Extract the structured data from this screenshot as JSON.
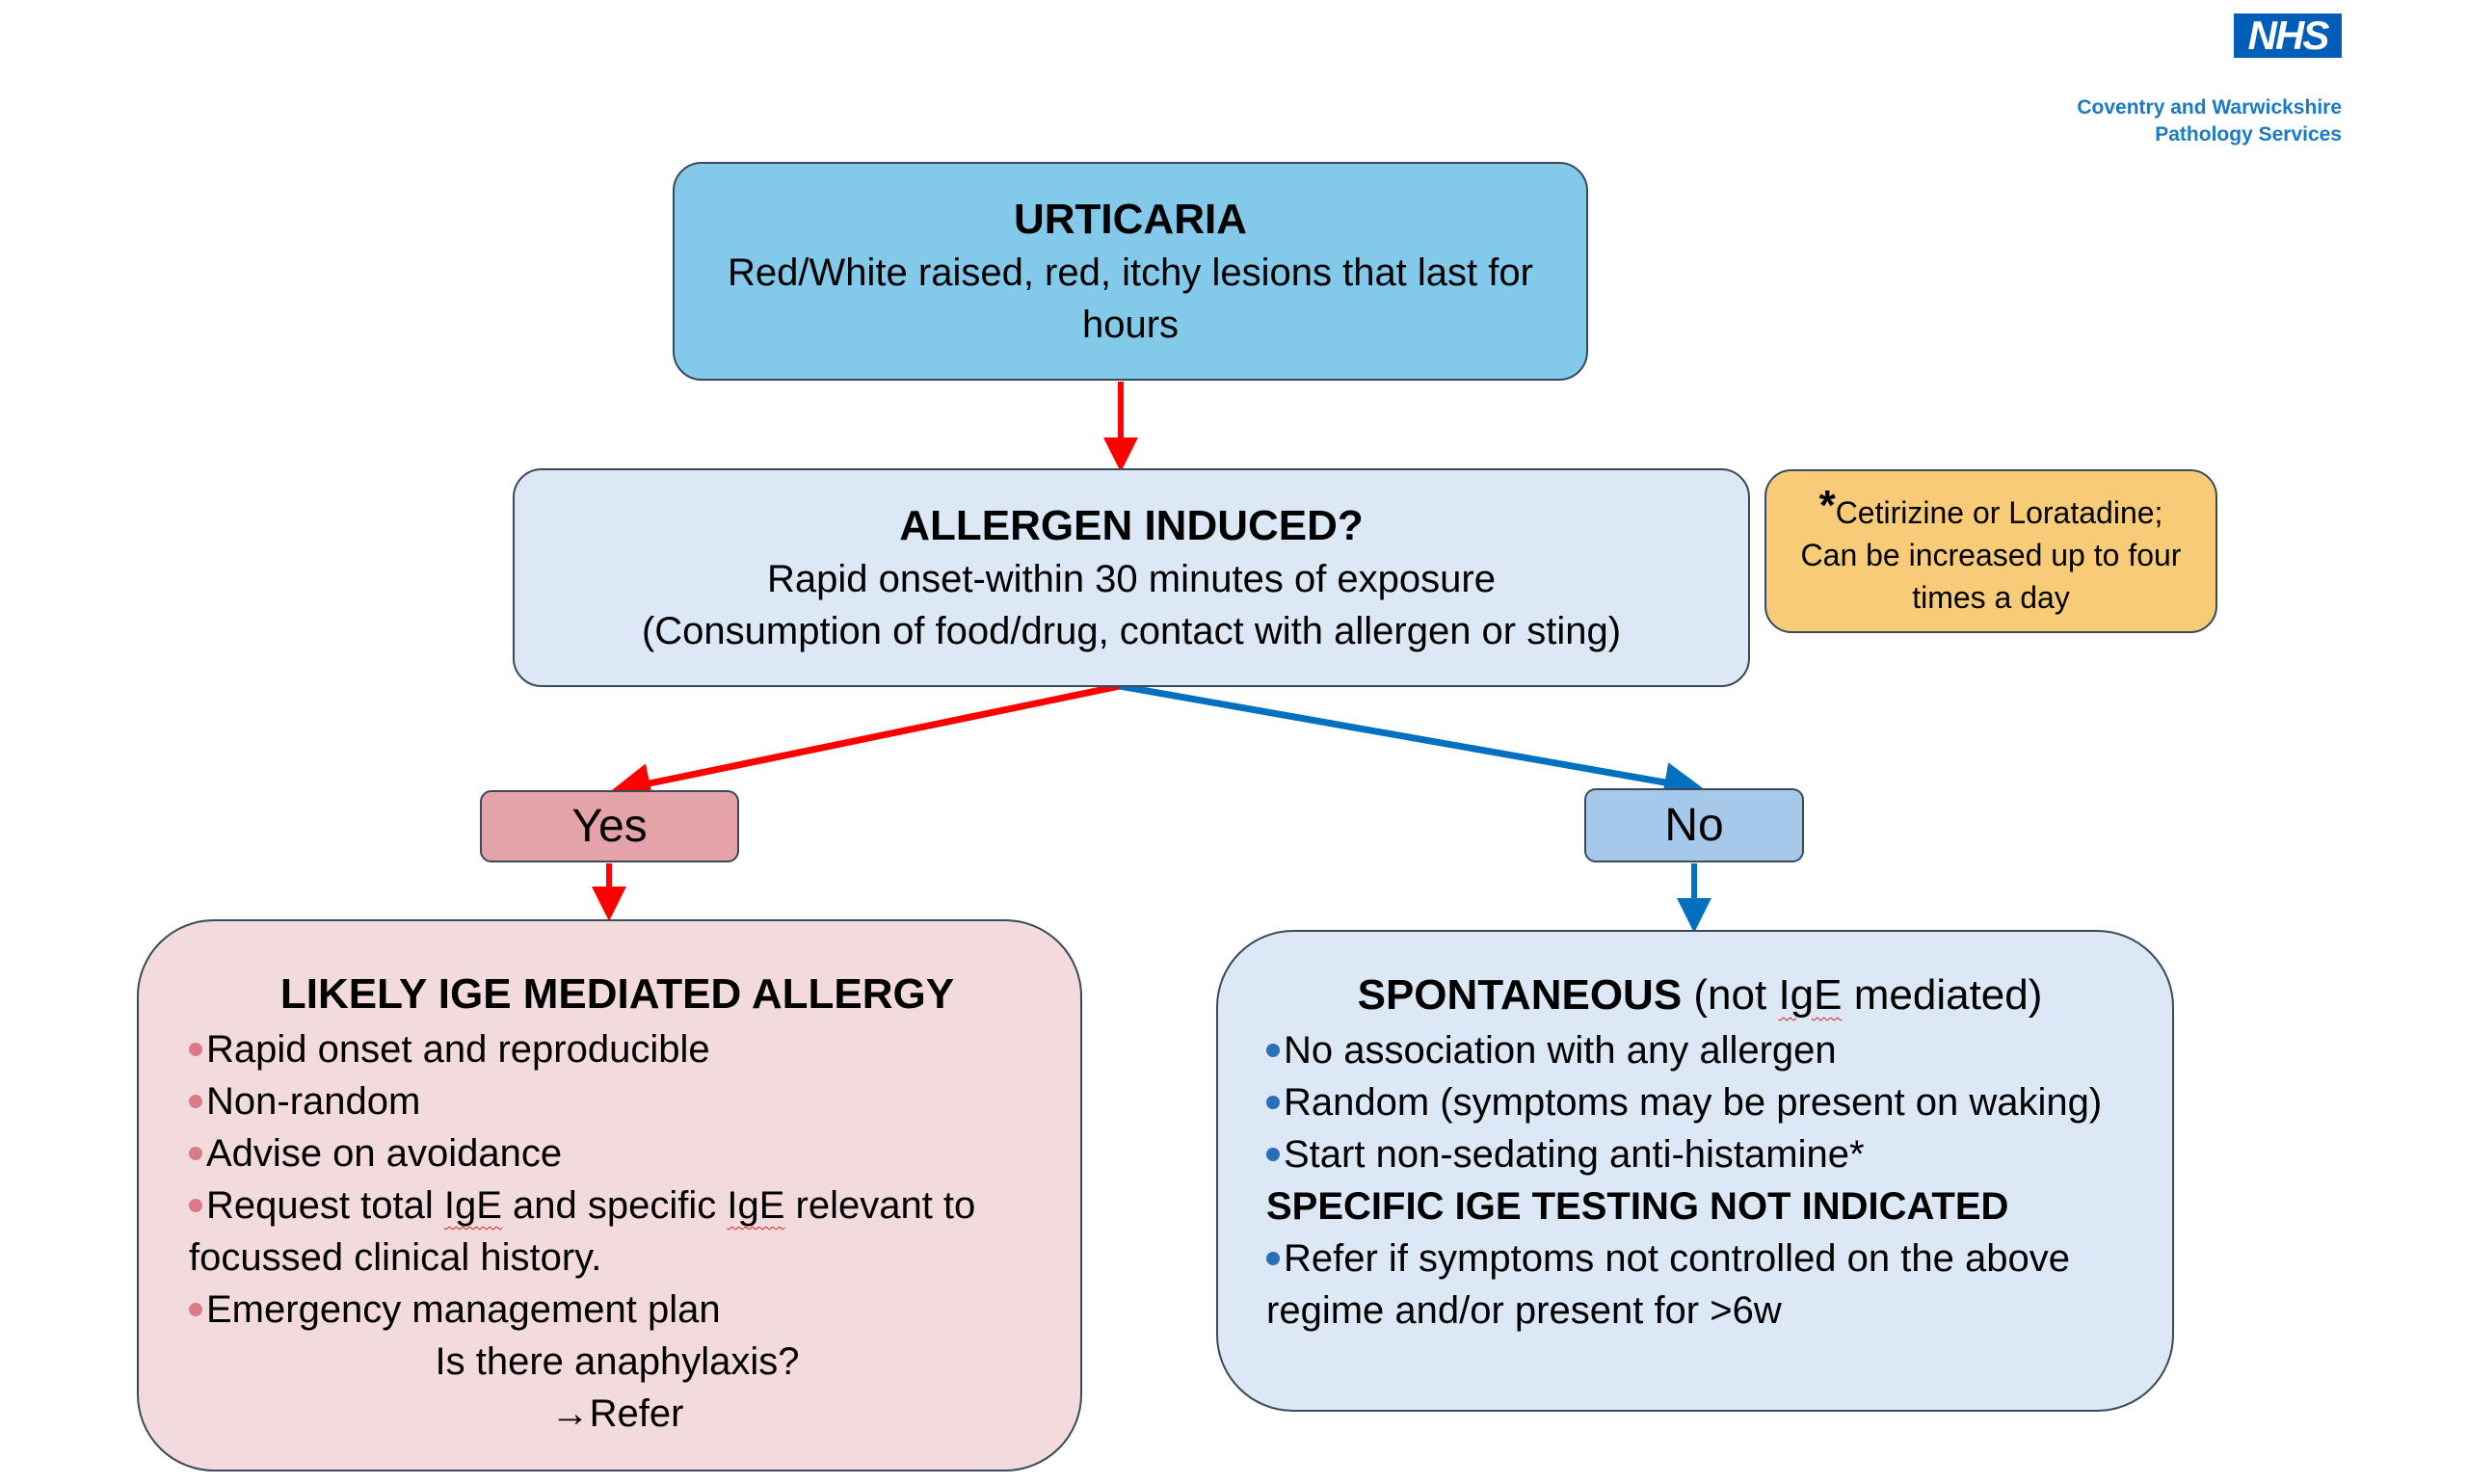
{
  "header": {
    "logo_text": "NHS",
    "org_line1": "Coventry and Warwickshire",
    "org_line2": "Pathology Services"
  },
  "urticaria": {
    "title": "URTICARIA",
    "description": "Red/White raised, red, itchy lesions that last for hours"
  },
  "allergen": {
    "title": "ALLERGEN INDUCED?",
    "line1": "Rapid onset-within 30 minutes of exposure",
    "line2": "(Consumption of food/drug, contact with allergen or sting)"
  },
  "note": {
    "asterisk": "*",
    "text": "Cetirizine or Loratadine; Can be increased up to four times a day"
  },
  "branches": {
    "yes_label": "Yes",
    "no_label": "No"
  },
  "ige_allergy": {
    "title": "LIKELY IGE MEDIATED ALLERGY",
    "items": [
      "Rapid onset and reproducible",
      "Non-random",
      "Advise on avoidance"
    ],
    "request_item": {
      "pre": "Request total ",
      "ige1": "IgE",
      "mid": " and specific ",
      "ige2": "IgE",
      "post": " relevant to focussed clinical history."
    },
    "emergency_item": "Emergency management plan",
    "question": "Is there anaphylaxis?",
    "refer": "→Refer"
  },
  "spontaneous": {
    "title_bold": "SPONTANEOUS",
    "title_pre": " (not ",
    "title_ige": "IgE",
    "title_post": " mediated)",
    "items": [
      "No association with any allergen",
      "Random (symptoms may be present on waking)",
      "Start non-sedating anti-histamine*"
    ],
    "warning": "SPECIFIC IGE TESTING NOT INDICATED",
    "refer_item": "Refer if symptoms not controlled on the above regime and/or present for >6w"
  },
  "colors": {
    "yes_arrow": "#ff0000",
    "no_arrow": "#0070c0"
  }
}
